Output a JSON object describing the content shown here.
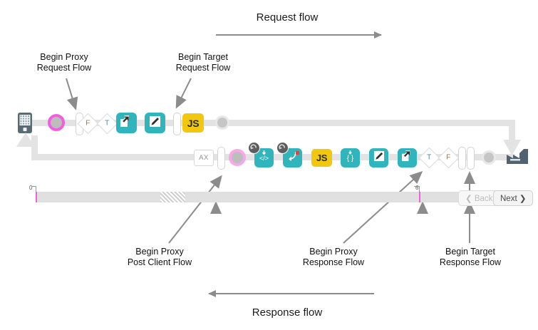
{
  "diagram": {
    "request_flow": {
      "label": "Request flow",
      "direction": "right"
    },
    "response_flow": {
      "label": "Response flow",
      "direction": "left"
    }
  },
  "callouts": [
    {
      "id": "begin-proxy-request-flow",
      "label": "Begin Proxy\nRequest Flow"
    },
    {
      "id": "begin-target-request-flow",
      "label": "Begin Target\nRequest Flow"
    },
    {
      "id": "begin-proxy-post-client-flow",
      "label": "Begin Proxy\nPost Client Flow"
    },
    {
      "id": "begin-proxy-response-flow",
      "label": "Begin Proxy\nResponse Flow"
    },
    {
      "id": "begin-target-response-flow",
      "label": "Begin Target\nResponse Flow"
    }
  ],
  "request_row": {
    "endpoint_icon": "mobile-device-icon",
    "nodes": [
      {
        "name": "proxy-request-flow-marker",
        "type": "pink-dot"
      },
      {
        "name": "phase-divider",
        "type": "pill"
      },
      {
        "name": "condition-false",
        "type": "diamond",
        "label": "F"
      },
      {
        "name": "condition-true",
        "type": "diamond",
        "label": "T"
      },
      {
        "name": "assign-message-policy",
        "type": "teal",
        "icon": "share-arrow-icon"
      },
      {
        "name": "edit-policy",
        "type": "teal",
        "icon": "pencil-icon"
      },
      {
        "name": "target-request-flow-divider",
        "type": "pill"
      },
      {
        "name": "javascript-policy",
        "type": "js",
        "label": "JS"
      },
      {
        "name": "request-end-marker",
        "type": "gray-dot"
      }
    ]
  },
  "response_row": {
    "endpoint_icon": "target-server-icon",
    "nodes": [
      {
        "name": "analytics-policy",
        "type": "ax",
        "label": "AX"
      },
      {
        "name": "post-client-flow-divider",
        "type": "pill"
      },
      {
        "name": "post-client-flow-marker",
        "type": "pink-dot-soft"
      },
      {
        "name": "extract-variables-policy",
        "type": "teal",
        "icon": "code-icon",
        "error": true
      },
      {
        "name": "raise-fault-policy",
        "type": "teal",
        "icon": "return-arrow-icon",
        "error": true,
        "flag": true
      },
      {
        "name": "javascript-policy",
        "type": "js",
        "label": "JS"
      },
      {
        "name": "json-policy",
        "type": "teal",
        "icon": "braces-icon"
      },
      {
        "name": "edit-policy",
        "type": "teal",
        "icon": "pencil-icon"
      },
      {
        "name": "assign-message-policy",
        "type": "teal",
        "icon": "share-arrow-icon"
      },
      {
        "name": "condition-true",
        "type": "diamond",
        "label": "T"
      },
      {
        "name": "condition-false",
        "type": "diamond",
        "label": "F"
      },
      {
        "name": "proxy-response-divider",
        "type": "pill"
      },
      {
        "name": "target-response-divider",
        "type": "pill"
      },
      {
        "name": "response-end-marker",
        "type": "gray-dot"
      }
    ]
  },
  "timeline": {
    "ticks": [
      {
        "label": "0",
        "position": 44
      },
      {
        "label": "6",
        "position": 586
      }
    ],
    "markers": [
      50,
      588
    ],
    "segments": [
      55,
      190,
      225,
      260,
      292,
      398
    ],
    "hatch": {
      "start": 224,
      "width": 35
    }
  },
  "pagination": {
    "back_label": "❮ Back",
    "back_disabled": true,
    "next_label": "Next ❯",
    "next_disabled": false
  },
  "colors": {
    "teal": "#31b5bd",
    "gold": "#f2c80f",
    "pink": "#f35ee0",
    "rail": "#e3e3e3",
    "arrow": "#8c8c8c",
    "server": "#516370"
  }
}
